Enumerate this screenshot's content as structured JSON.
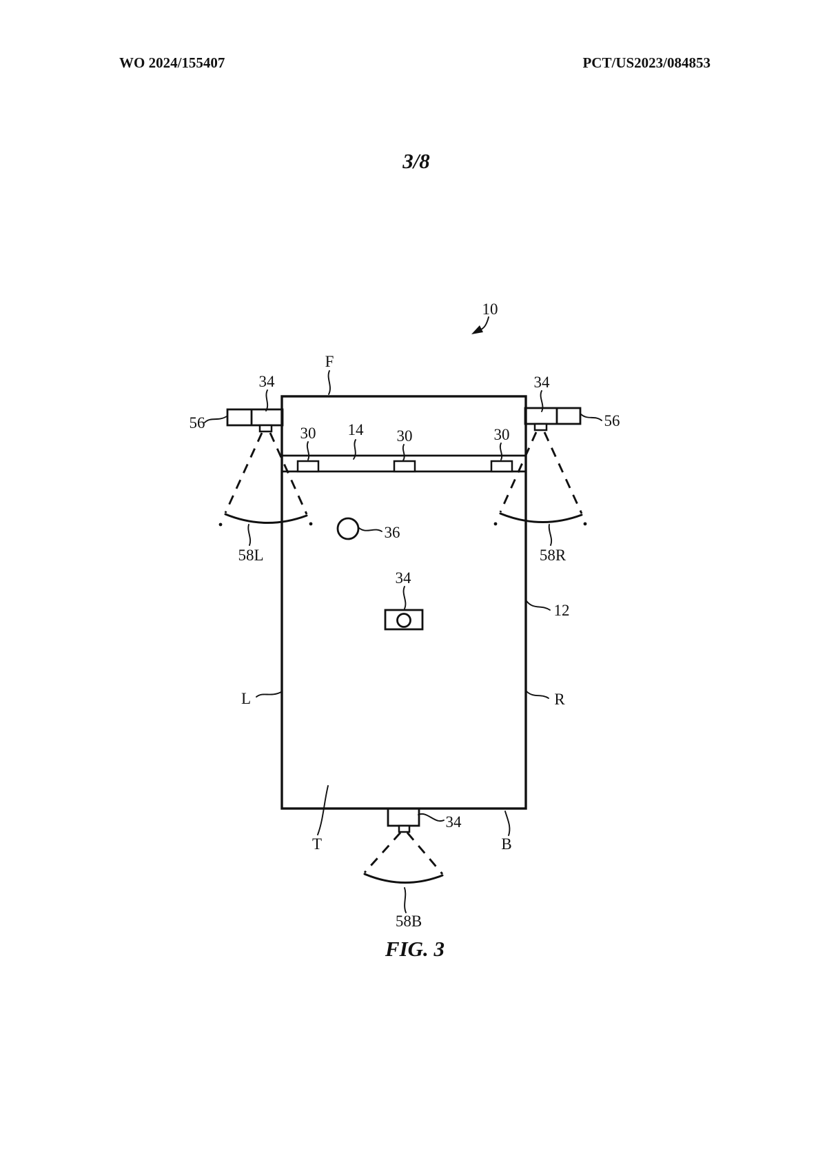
{
  "page": {
    "background": "#ffffff",
    "ink": "#111111",
    "header": {
      "left": "WO 2024/155407",
      "right": "PCT/US2023/084853"
    },
    "sheet_index": "3/8",
    "caption": "FIG. 3"
  },
  "figure": {
    "reference_labels": {
      "ref10": "10",
      "refF": "F",
      "ref34": "34",
      "ref56": "56",
      "ref30": "30",
      "ref14": "14",
      "ref36": "36",
      "ref12": "12",
      "ref58L": "58L",
      "ref58R": "58R",
      "ref58B": "58B",
      "refL": "L",
      "refR": "R",
      "refT": "T",
      "refB": "B"
    }
  }
}
